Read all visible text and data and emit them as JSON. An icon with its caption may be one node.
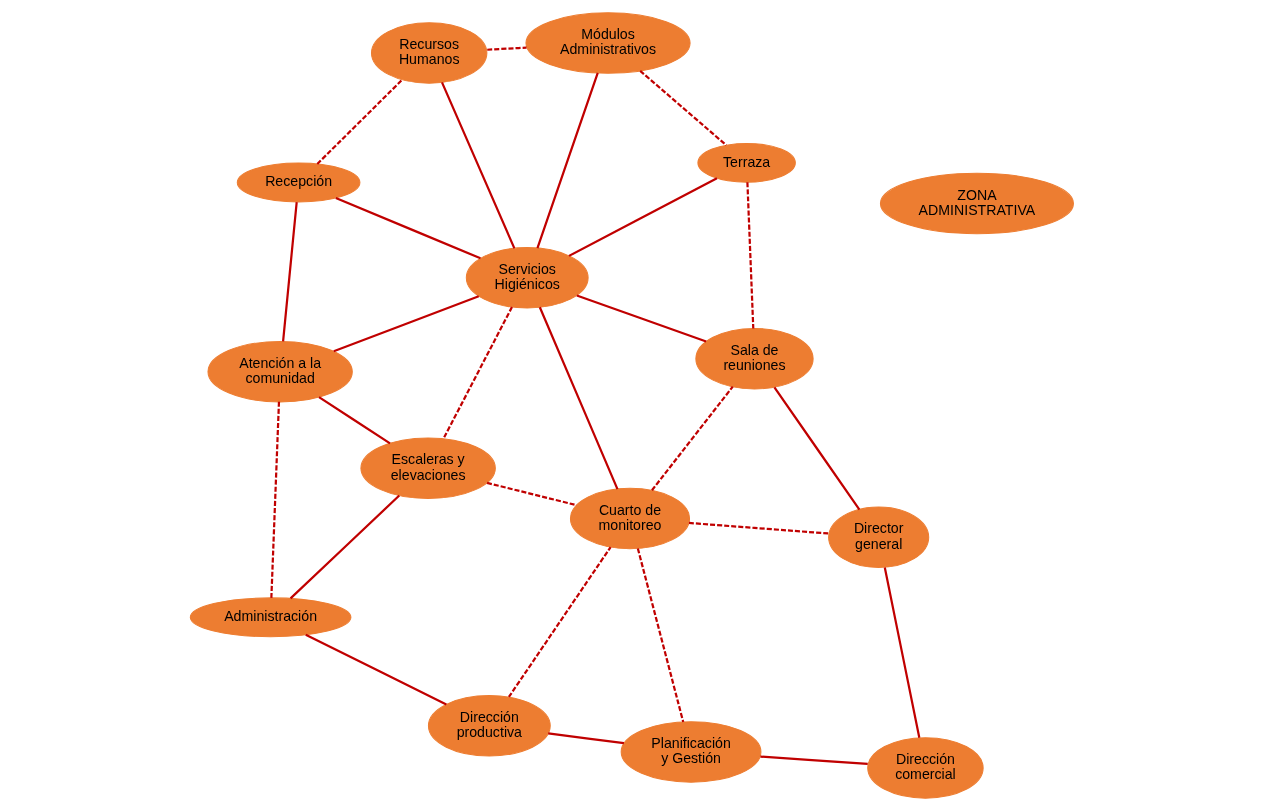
{
  "diagram": {
    "nodes": [
      {
        "text": [
          "ZONA ADMINISTRATIVA"
        ]
      },
      {
        "text": [
          "Recepción"
        ]
      },
      {
        "text": [
          "Atención a la comunidad"
        ]
      },
      {
        "text": [
          "Administración"
        ]
      },
      {
        "text": [
          "Recursos Humanos"
        ]
      },
      {
        "text": [
          "Servicios Higiénicos"
        ]
      },
      {
        "text": [
          "Escaleras y elevaciones"
        ]
      },
      {
        "text": [
          "Dirección productiva"
        ]
      },
      {
        "text": [
          "Módulos Administrativos"
        ]
      },
      {
        "text": [
          "Cuarto de monitoreo"
        ]
      },
      {
        "text": [
          "Planificación y Gestión"
        ]
      },
      {
        "text": [
          "Terraza"
        ]
      },
      {
        "text": [
          "Sala de reuniones"
        ]
      },
      {
        "text": [
          "Director general"
        ]
      },
      {
        "text": [
          "Dirección comercial"
        ]
      }
    ],
    "edges": [
      {
        "from": 1,
        "to": 2,
        "arrow": "none"
      },
      {
        "from": 2,
        "to": 3,
        "arrow": "none",
        "style": "dashed"
      },
      {
        "from": 1,
        "to": 4,
        "arrow": "none",
        "style": "dashed"
      },
      {
        "from": 1,
        "to": 5,
        "arrow": "none"
      },
      {
        "from": 2,
        "to": 5,
        "arrow": "none"
      },
      {
        "from": 2,
        "to": 6,
        "arrow": "none"
      },
      {
        "from": 3,
        "to": 6,
        "arrow": "none"
      },
      {
        "from": 3,
        "to": 7,
        "arrow": "none"
      },
      {
        "from": 4,
        "to": 5,
        "arrow": "none"
      },
      {
        "from": 4,
        "to": 8,
        "arrow": "none",
        "style": "dashed"
      },
      {
        "from": 5,
        "to": 6,
        "arrow": "none",
        "style": "dashed"
      },
      {
        "from": 5,
        "to": 8,
        "arrow": "none"
      },
      {
        "from": 5,
        "to": 11,
        "arrow": "none"
      },
      {
        "from": 5,
        "to": 12,
        "arrow": "none"
      },
      {
        "from": 5,
        "to": 9,
        "arrow": "none"
      },
      {
        "from": 6,
        "to": 9,
        "arrow": "none",
        "style": "dashed"
      },
      {
        "from": 7,
        "to": 9,
        "arrow": "none",
        "style": "dashed"
      },
      {
        "from": 7,
        "to": 10,
        "arrow": "none"
      },
      {
        "from": 9,
        "to": 10,
        "arrow": "none",
        "style": "dashed"
      },
      {
        "from": 9,
        "to": 12,
        "arrow": "none",
        "style": "dashed"
      },
      {
        "from": 9,
        "to": 13,
        "arrow": "none",
        "style": "dashed"
      },
      {
        "from": 10,
        "to": 14,
        "arrow": "none"
      },
      {
        "from": 8,
        "to": 11,
        "arrow": "none",
        "style": "dashed"
      },
      {
        "from": 11,
        "to": 12,
        "arrow": "none",
        "style": "dashed"
      },
      {
        "from": 12,
        "to": 13,
        "arrow": "none"
      },
      {
        "from": 13,
        "to": 14,
        "arrow": "none"
      }
    ]
  }
}
